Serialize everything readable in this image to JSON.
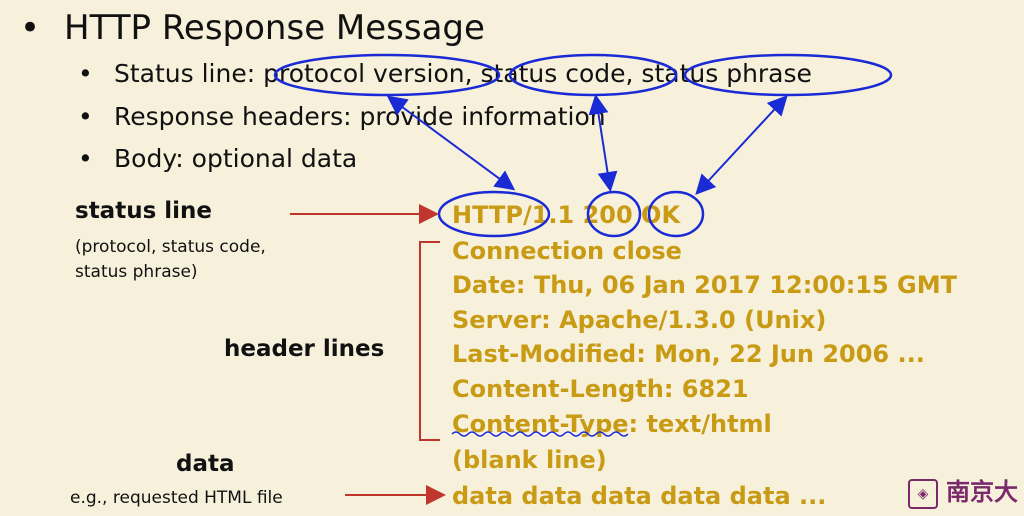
{
  "title": {
    "bullet": "•",
    "text": "HTTP Response Message"
  },
  "bullets": [
    {
      "dot": "•",
      "text": "Status line: protocol version, status code, status phrase"
    },
    {
      "dot": "•",
      "text": "Response headers: provide information"
    },
    {
      "dot": "•",
      "text": "Body: optional data"
    }
  ],
  "labels": {
    "status_line": "status line",
    "status_line_note1": "(protocol, status code,",
    "status_line_note2": "status phrase)",
    "header_lines": "header lines",
    "data": "data",
    "data_note": "e.g., requested HTML file"
  },
  "response": {
    "status": "HTTP/1.1 200 OK",
    "headers": [
      "Connection close",
      "Date: Thu, 06 Jan 2017 12:00:15 GMT",
      "Server: Apache/1.3.0 (Unix)",
      "Last-Modified: Mon, 22 Jun 2006 ...",
      "Content-Length: 6821",
      "Content-Type: text/html"
    ],
    "blank": "(blank line)",
    "data": "data data data data data ..."
  },
  "logo": {
    "text": "南京大"
  },
  "colors": {
    "background": "#f7f1dc",
    "response_text": "#c99a14",
    "ellipse": "#1a2bd6",
    "arrow_red": "#c0362c"
  }
}
